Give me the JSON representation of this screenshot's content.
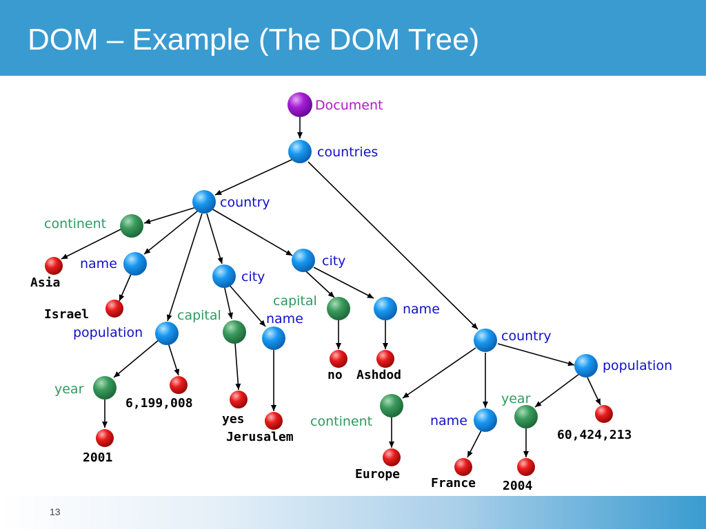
{
  "slide": {
    "title": "DOM – Example (The DOM Tree)",
    "page_number": "13"
  },
  "colors": {
    "header": "#3a9bd0",
    "document_node": "#a020d0",
    "element_node": "#1898f0",
    "attribute_node": "#3a9a5c",
    "text_node": "#e01818",
    "document_label": "#b018c8",
    "element_label": "#1010c8",
    "attribute_label": "#2e9a60"
  },
  "tree": {
    "document": "Document",
    "root": "countries",
    "country1": {
      "element": "country",
      "continent": {
        "attr": "continent",
        "value": "Asia"
      },
      "name": {
        "element": "name",
        "text": "Israel"
      },
      "population": {
        "element": "population",
        "year": {
          "attr": "year",
          "value": "2001"
        },
        "text": "6,199,008"
      },
      "city1": {
        "element": "city",
        "capital": {
          "attr": "capital",
          "value": "yes"
        },
        "name": {
          "element": "name",
          "text": "Jerusalem"
        }
      },
      "city2": {
        "element": "city",
        "capital": {
          "attr": "capital",
          "value": "no"
        },
        "name": {
          "element": "name",
          "text": "Ashdod"
        }
      }
    },
    "country2": {
      "element": "country",
      "continent": {
        "attr": "continent",
        "value": "Europe"
      },
      "name": {
        "element": "name",
        "text": "France"
      },
      "population": {
        "element": "population",
        "year": {
          "attr": "year",
          "value": "2004"
        },
        "text": "60,424,213"
      }
    }
  }
}
